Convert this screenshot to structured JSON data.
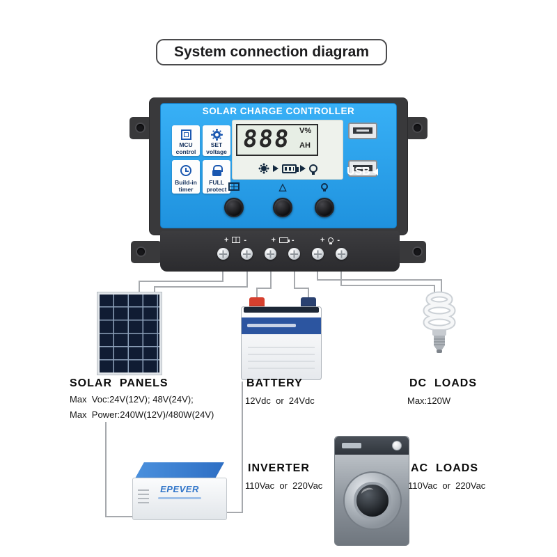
{
  "title": "System connection diagram",
  "controller": {
    "header": "SOLAR CHARGE CONTROLLER",
    "features": [
      {
        "label": "MCU\ncontrol"
      },
      {
        "label": "SET\nvoltage"
      },
      {
        "label": "Build-in\ntimer"
      },
      {
        "label": "FULL\nprotect"
      }
    ],
    "lcd": {
      "digits": "888",
      "unit_top": "V%",
      "unit_bottom": "AH"
    },
    "usb_label": "USB",
    "plus": "+",
    "minus": "-",
    "warning_triangle": "△"
  },
  "sections": {
    "solar": {
      "title": "SOLAR  PANELS",
      "spec1": "Max  Voc:24V(12V); 48V(24V);",
      "spec2": "Max  Power:240W(12V)/480W(24V)"
    },
    "battery": {
      "title": "BATTERY",
      "spec1": "12Vdc  or  24Vdc"
    },
    "dc_loads": {
      "title": "DC  LOADS",
      "spec1": "Max:120W"
    },
    "inverter": {
      "title": "INVERTER",
      "spec1": "110Vac  or  220Vac",
      "brand": "EPEVER"
    },
    "ac_loads": {
      "title": "AC  LOADS",
      "spec1": "110Vac  or  220Vac"
    }
  },
  "colors": {
    "panel_blue": "#2aa3ec",
    "body_dark": "#39393b",
    "wire_gray": "#a6a9ad",
    "accent_blue": "#1a57b0"
  }
}
